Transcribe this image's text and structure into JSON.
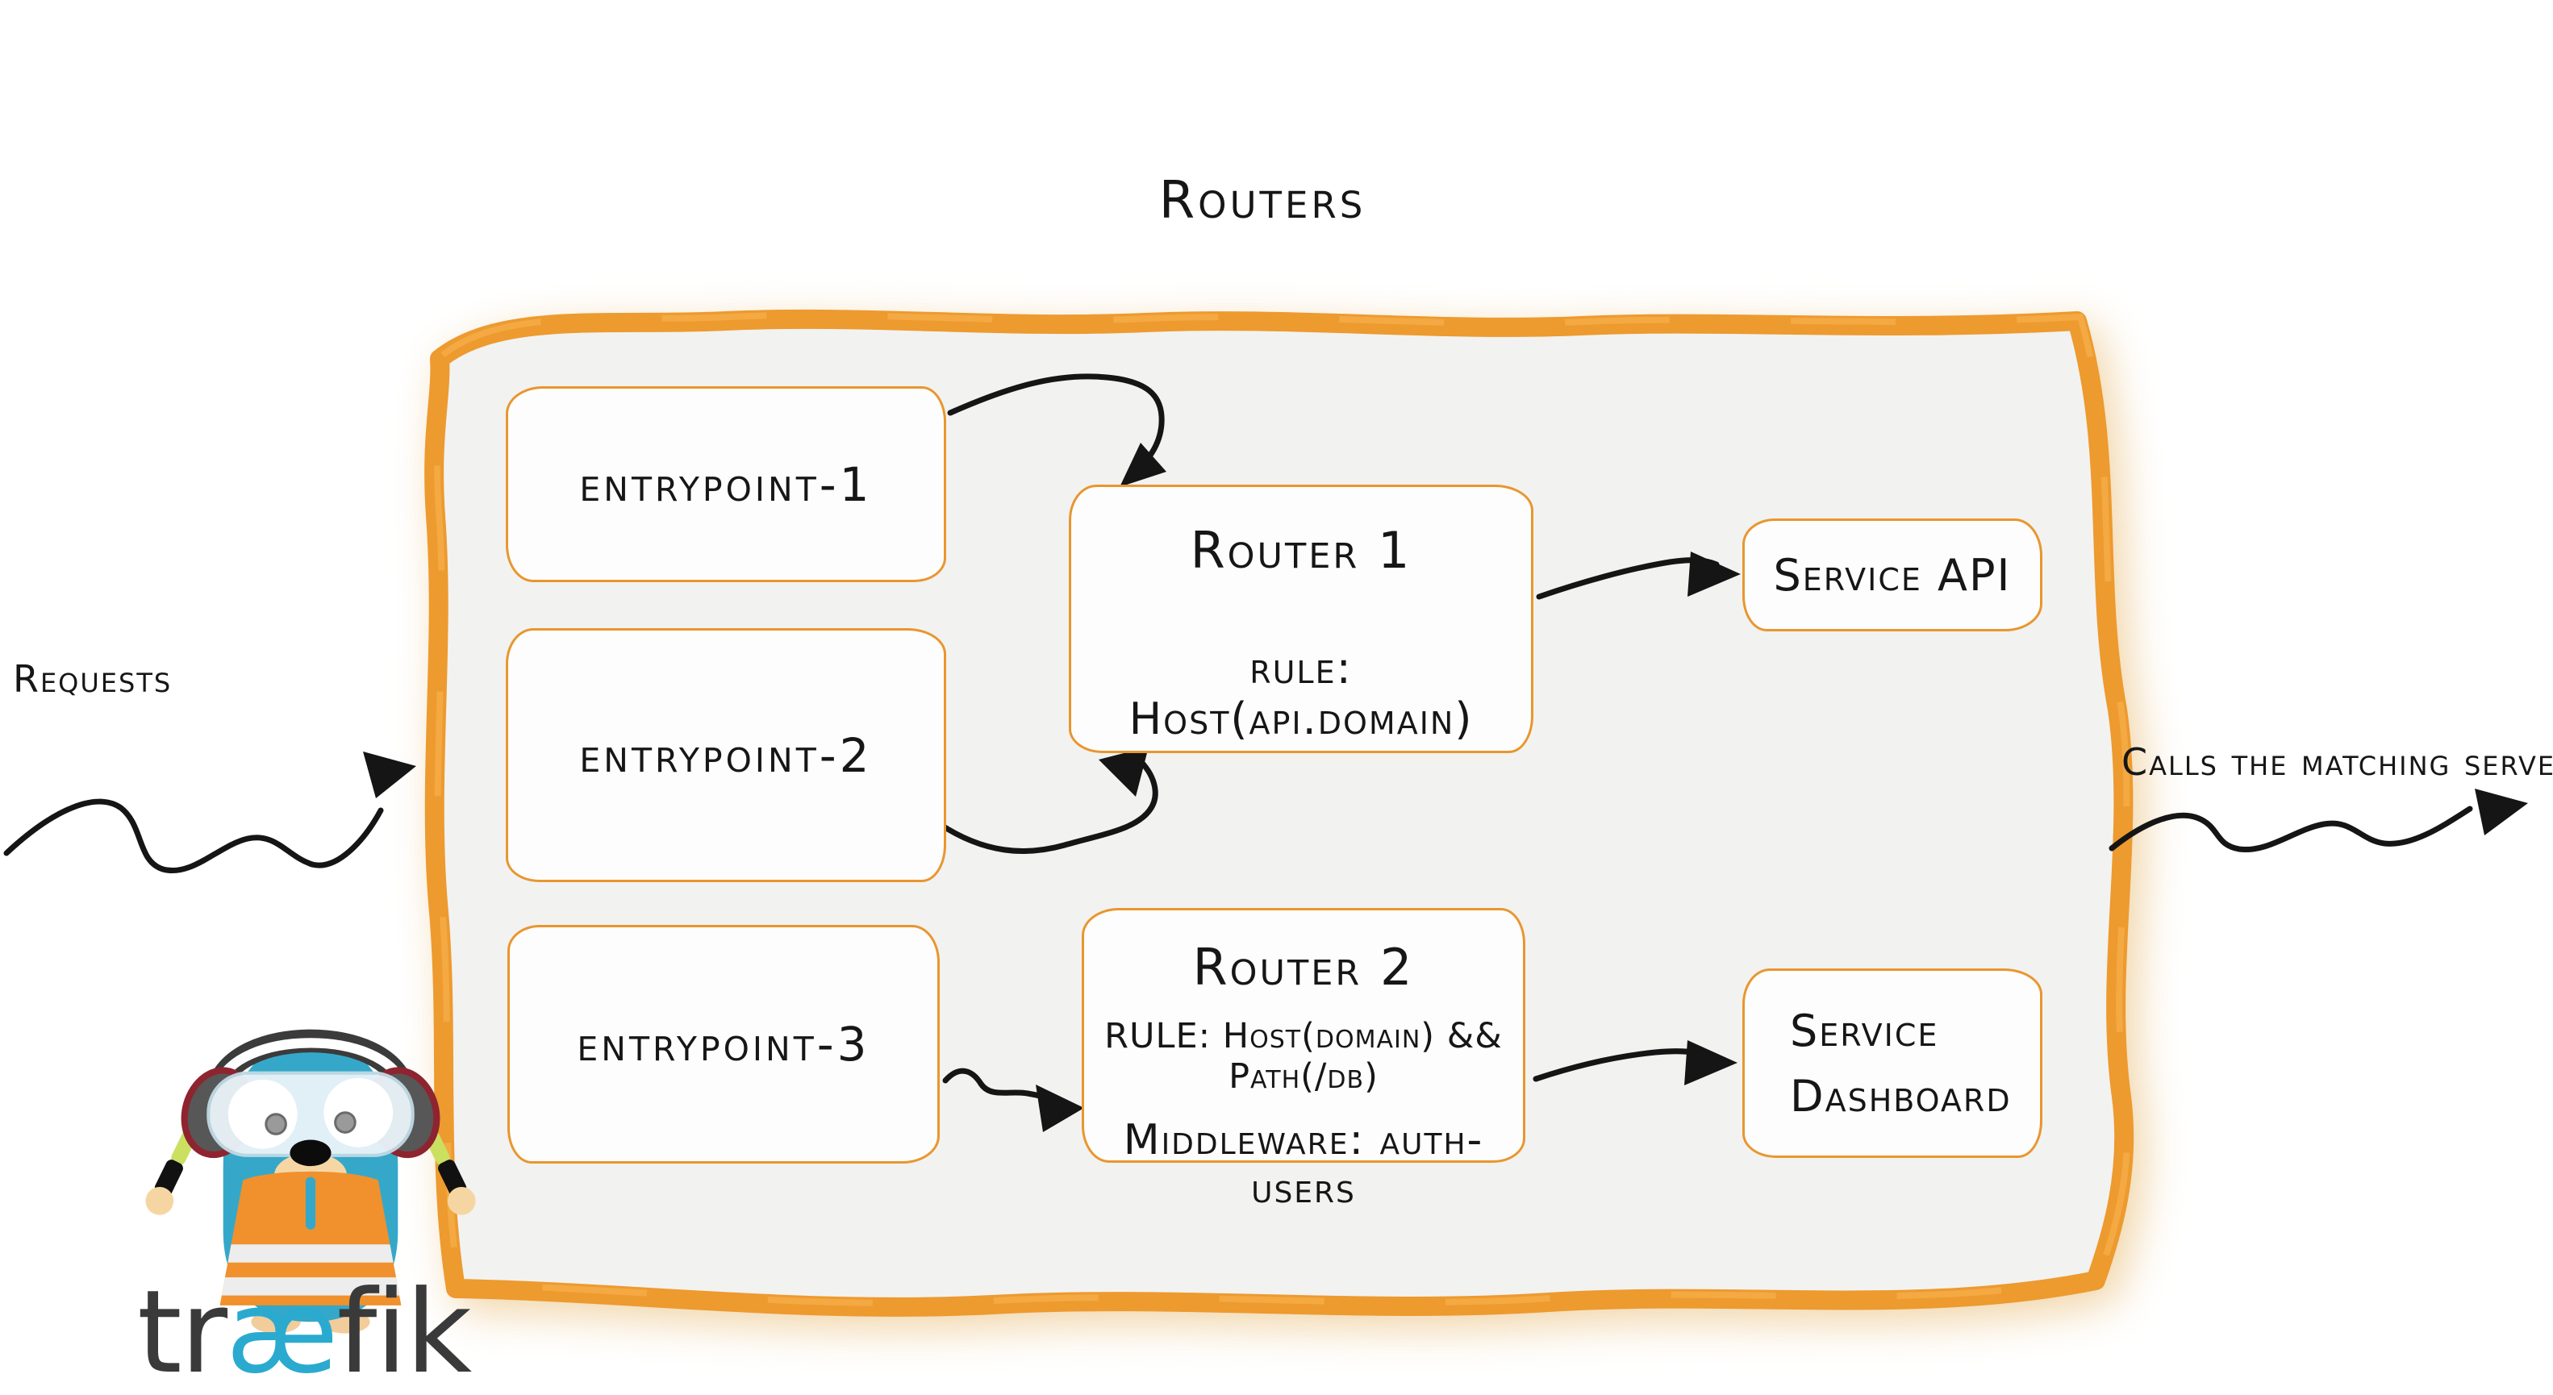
{
  "page": {
    "title": "Routers"
  },
  "labels": {
    "requests": "Requests",
    "calls_matching_server": "Calls the matching server"
  },
  "entrypoints": [
    {
      "label": "entrypoint-1"
    },
    {
      "label": "entrypoint-2"
    },
    {
      "label": "entrypoint-3"
    }
  ],
  "routers": [
    {
      "name": "Router 1",
      "rule": "rule: Host(api.domain)"
    },
    {
      "name": "Router 2",
      "rule": "RULE: Host(domain) && Path(/db)",
      "middleware": "Middleware: auth-users"
    }
  ],
  "services": [
    {
      "name": "Service API"
    },
    {
      "name": "Service Dashboard"
    }
  ],
  "logo": {
    "pre": "tr",
    "ligature": "æ",
    "post": "fik"
  },
  "colors": {
    "accent_orange": "#ED9A2F",
    "box_border_orange": "#E9962E",
    "container_fill": "#F2F2F1",
    "ink": "#161616",
    "logo_teal": "#2BAAD0",
    "logo_dark": "#3A3A3A"
  }
}
